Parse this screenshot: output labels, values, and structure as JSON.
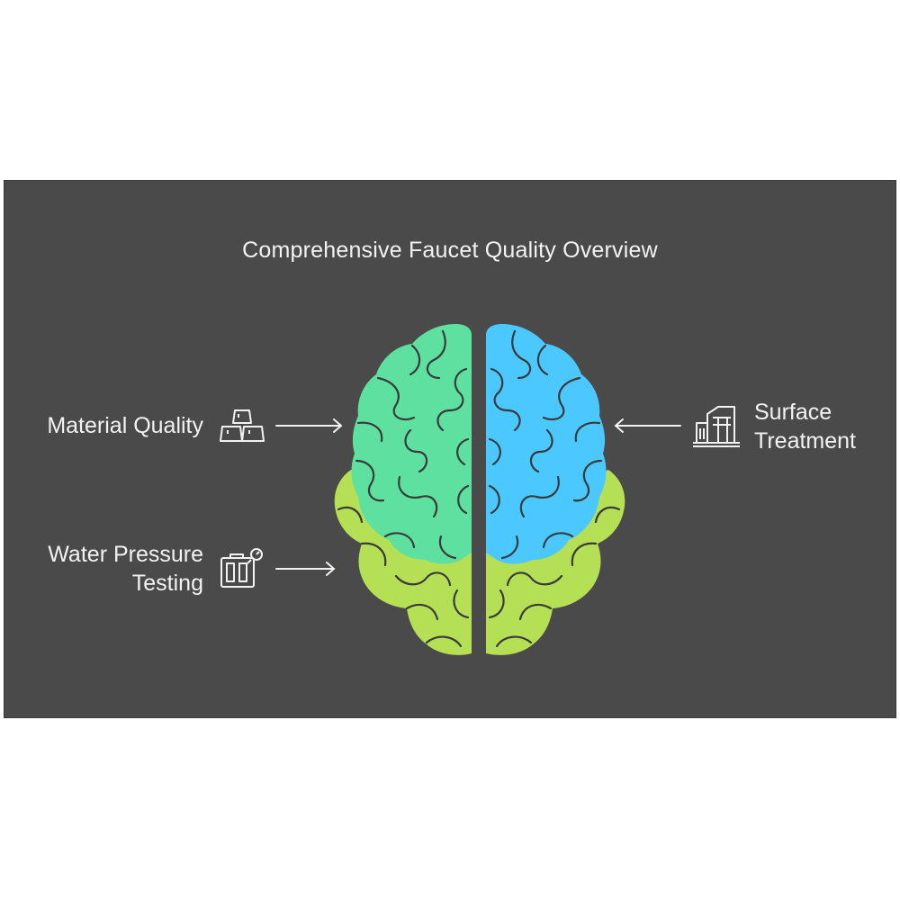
{
  "title": "Comprehensive Faucet Quality Overview",
  "colors": {
    "background": "#4a4a4a",
    "text": "#f2f2f2",
    "green_lobe": "#5ee0a0",
    "blue_lobe": "#4ac8ff",
    "lime_lobe": "#b5e055"
  },
  "items": [
    {
      "label_lines": [
        "Material Quality"
      ],
      "icon": "gold-bars-icon",
      "color": "#5ee0a0"
    },
    {
      "label_lines": [
        "Water Pressure",
        "Testing"
      ],
      "icon": "pressure-gauge-icon",
      "color": "#b5e055"
    },
    {
      "label_lines": [
        "Surface",
        "Treatment"
      ],
      "icon": "building-icon",
      "color": "#4ac8ff"
    }
  ]
}
